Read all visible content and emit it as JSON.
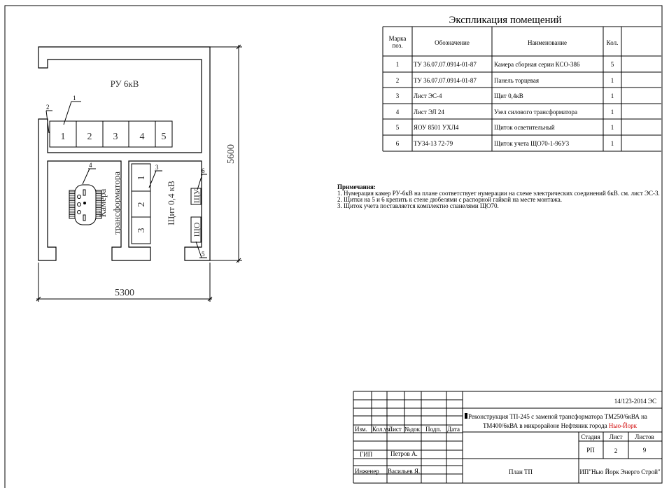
{
  "plan": {
    "room_ru": "РУ 6кВ",
    "room_transformer_line1": "Камера",
    "room_transformer_line2": "трансформатора",
    "room_shield": "Щит 0,4 кВ",
    "cells": [
      "1",
      "2",
      "3",
      "4",
      "5"
    ],
    "shield_sections": [
      "1",
      "2",
      "3"
    ],
    "panel_su": "ЩУ",
    "panel_so": "ЩО",
    "callouts": {
      "c1": "1",
      "c2": "2",
      "c3": "3",
      "c4": "4",
      "c5": "5",
      "c6": "6"
    },
    "dim_width": "5300",
    "dim_height": "5600"
  },
  "explication": {
    "title": "Экспликация помещений",
    "headers": {
      "mark1": "Марка",
      "mark2": "поз.",
      "designation": "Обозначение",
      "name": "Наименование",
      "qty": "Кол."
    },
    "rows": [
      {
        "pos": "1",
        "designation": "ТУ 36.07.07.0914-01-87",
        "name": "Камера сборная серии КСО-386",
        "qty": "5"
      },
      {
        "pos": "2",
        "designation": "ТУ 36.07.07.0914-01-87",
        "name": "Панель торцевая",
        "qty": "1"
      },
      {
        "pos": "3",
        "designation": "Лист ЭС-4",
        "name": "Щит 0,4кВ",
        "qty": "1"
      },
      {
        "pos": "4",
        "designation": "Лист ЭЛ 24",
        "name": "Узел силового трансформатора",
        "qty": "1"
      },
      {
        "pos": "5",
        "designation": "ЯОУ 8501 УХЛ4",
        "name": "Щиток осветительный",
        "qty": "1"
      },
      {
        "pos": "6",
        "designation": "ТУ34-13 72-79",
        "name": "Щиток учета ЩО70-1-96У3",
        "qty": "1"
      }
    ]
  },
  "notes": {
    "title": "Примечания:",
    "items": [
      "1. Нумерация камер РУ-6кВ на плане соответствует нумерации на схеме электрических соединений 6кВ. см. лист ЭС-3.",
      "2. Щитки на 5 и 6 крепить к стене дюбелями с распорной гайкой на месте монтажа.",
      "3. Щиток учета поставляется комплектно спанелями ЩО70."
    ]
  },
  "title_block": {
    "code": "14/123-2014 ЭС",
    "project_line1": "Реконструкция ТП-245 с заменой трансформатора ТМ250/6кВА на",
    "project_line2": "ТМ400/6кВА в микрорайоне Нефтяник города ",
    "project_city": "Нью-Йорк",
    "city_color": "#d00000",
    "headers": {
      "izm": "Изм.",
      "kol_uch": "Кол.уч.",
      "list": "Лист",
      "ndoc": "№док",
      "podp": "Подп.",
      "data": "Дата"
    },
    "roles": [
      {
        "role": "ГИП",
        "name": "Петров А."
      },
      {
        "role": "Инженер",
        "name": "Васильев Я."
      }
    ],
    "stage_label": "Стадия",
    "sheet_label": "Лист",
    "sheets_label": "Листов",
    "stage": "РП",
    "sheet": "2",
    "sheets": "9",
    "sheet_name": "План ТП",
    "company": "ИП\"Нью Йорк Энерго Строй\""
  }
}
